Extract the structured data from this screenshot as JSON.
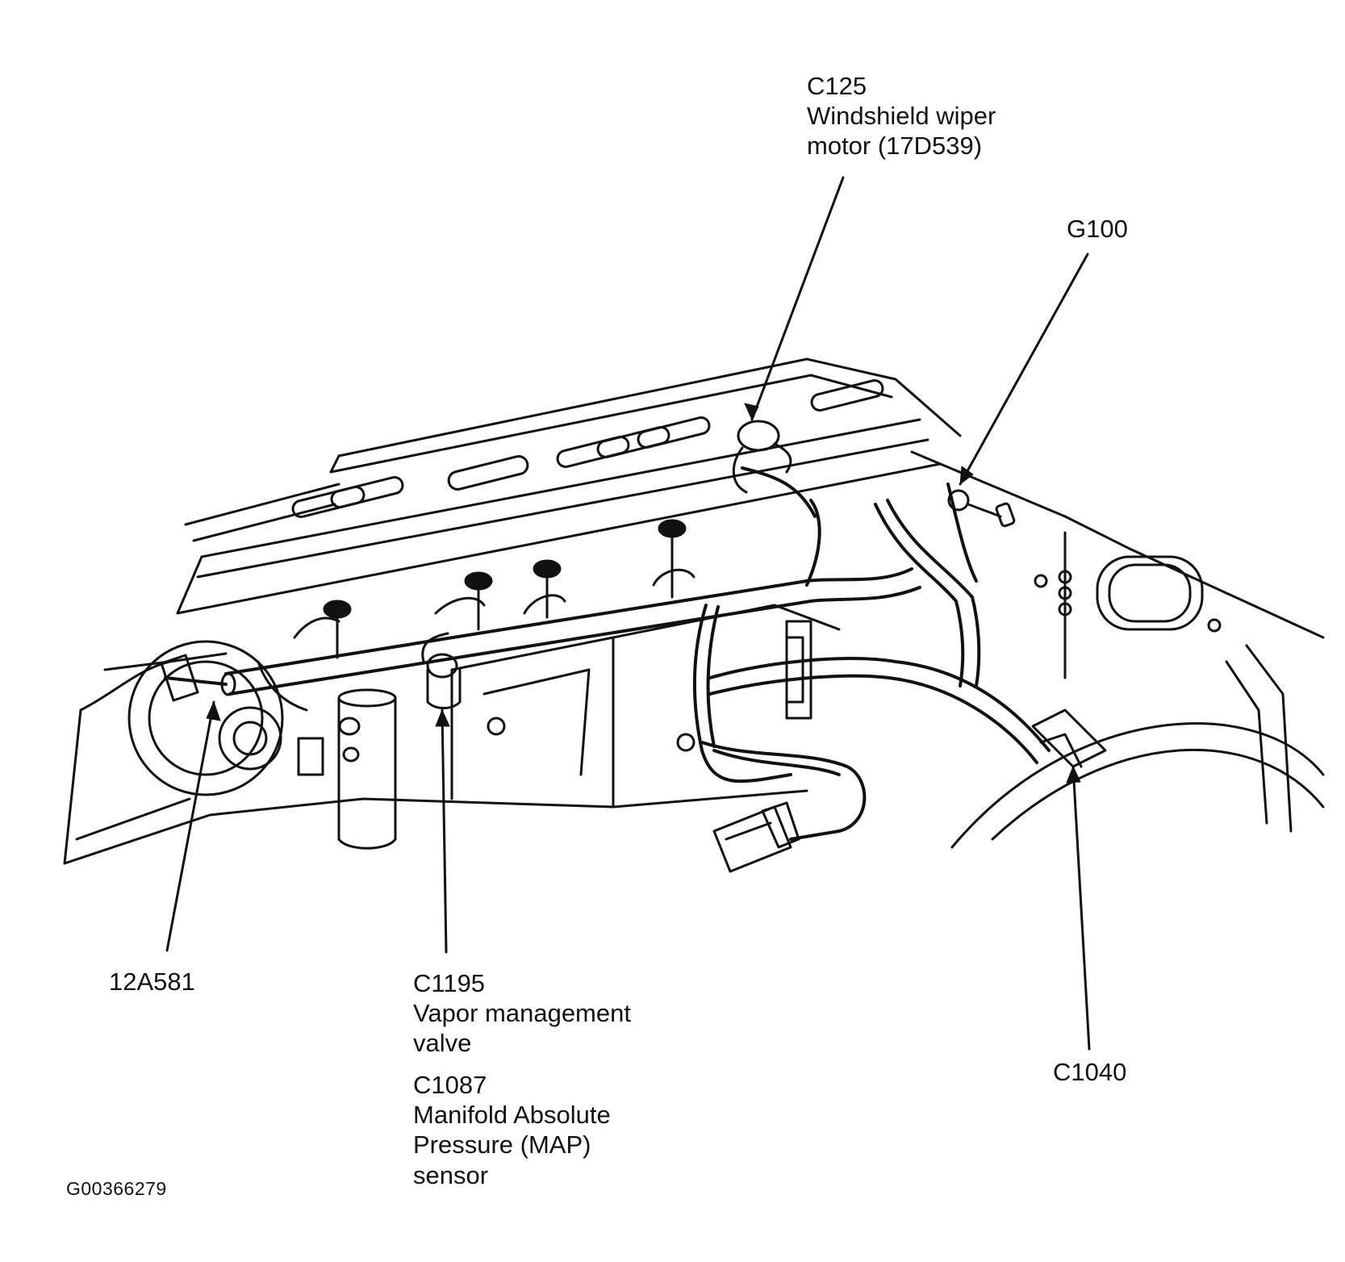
{
  "callouts": {
    "c125": {
      "code": "C125",
      "line1": "Windshield wiper",
      "line2": "motor (17D539)"
    },
    "g100": {
      "code": "G100"
    },
    "part12a581": {
      "code": "12A581"
    },
    "c1195": {
      "code": "C1195",
      "line1": "Vapor management",
      "line2": "valve"
    },
    "c1087": {
      "code": "C1087",
      "line1": "Manifold Absolute",
      "line2": "Pressure (MAP)",
      "line3": "sensor"
    },
    "c1040": {
      "code": "C1040"
    }
  },
  "figure_id": "G00366279",
  "colors": {
    "ink": "#111111",
    "paper": "#ffffff"
  }
}
